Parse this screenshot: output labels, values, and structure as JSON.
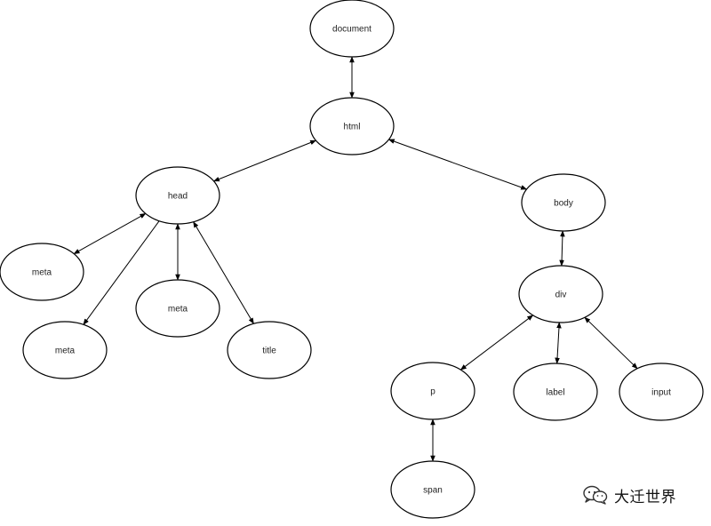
{
  "diagram": {
    "nodes": [
      {
        "id": "document",
        "label": "document"
      },
      {
        "id": "html",
        "label": "html"
      },
      {
        "id": "head",
        "label": "head"
      },
      {
        "id": "body",
        "label": "body"
      },
      {
        "id": "meta1",
        "label": "meta"
      },
      {
        "id": "meta2",
        "label": "meta"
      },
      {
        "id": "meta3",
        "label": "meta"
      },
      {
        "id": "title",
        "label": "title"
      },
      {
        "id": "div",
        "label": "div"
      },
      {
        "id": "p",
        "label": "p"
      },
      {
        "id": "label",
        "label": "label"
      },
      {
        "id": "input",
        "label": "input"
      },
      {
        "id": "span",
        "label": "span"
      }
    ],
    "edges": [
      {
        "from": "document",
        "to": "html",
        "bidirectional": true
      },
      {
        "from": "html",
        "to": "head",
        "bidirectional": true
      },
      {
        "from": "html",
        "to": "body",
        "bidirectional": true
      },
      {
        "from": "head",
        "to": "meta1",
        "bidirectional": true
      },
      {
        "from": "head",
        "to": "meta2",
        "bidirectional": false
      },
      {
        "from": "head",
        "to": "meta3",
        "bidirectional": true
      },
      {
        "from": "head",
        "to": "title",
        "bidirectional": true
      },
      {
        "from": "body",
        "to": "div",
        "bidirectional": true
      },
      {
        "from": "div",
        "to": "p",
        "bidirectional": true
      },
      {
        "from": "div",
        "to": "label",
        "bidirectional": true
      },
      {
        "from": "div",
        "to": "input",
        "bidirectional": true
      },
      {
        "from": "p",
        "to": "span",
        "bidirectional": true
      }
    ]
  },
  "watermark": {
    "text": "大迁世界",
    "icon": "wechat-icon"
  }
}
